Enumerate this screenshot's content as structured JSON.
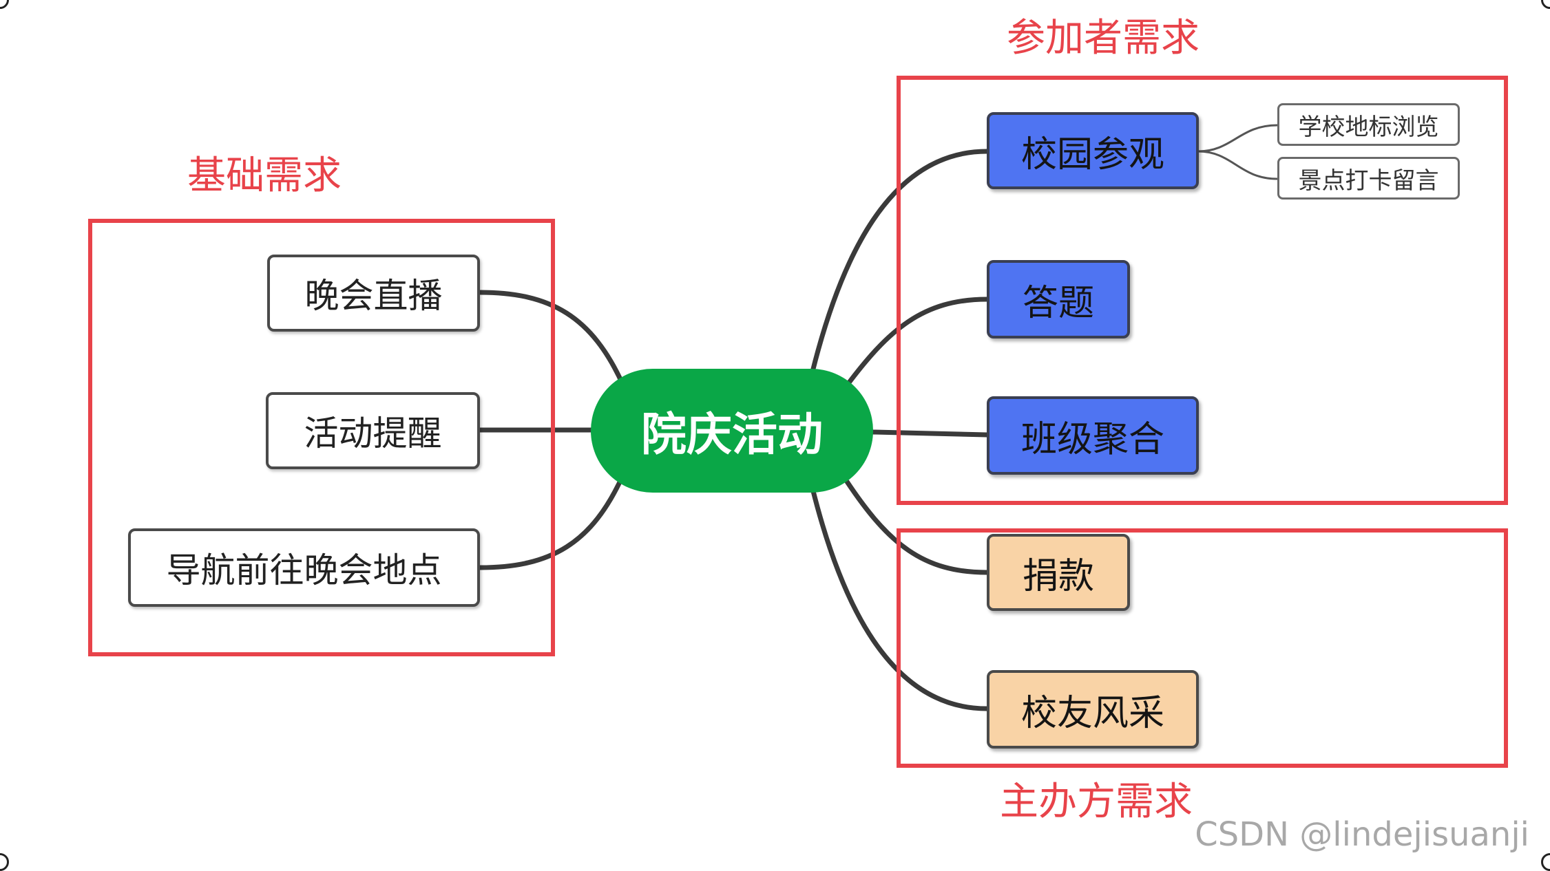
{
  "root": {
    "label": "院庆活动",
    "color": "#0aa747"
  },
  "groups": {
    "basic": {
      "title": "基础需求"
    },
    "participant": {
      "title": "参加者需求"
    },
    "organizer": {
      "title": "主办方需求"
    }
  },
  "basic_nodes": [
    {
      "label": "晚会直播"
    },
    {
      "label": "活动提醒"
    },
    {
      "label": "导航前往晚会地点"
    }
  ],
  "participant_nodes": [
    {
      "label": "校园参观",
      "children": [
        {
          "label": "学校地标浏览"
        },
        {
          "label": "景点打卡留言"
        }
      ]
    },
    {
      "label": "答题"
    },
    {
      "label": "班级聚合"
    }
  ],
  "organizer_nodes": [
    {
      "label": "捐款"
    },
    {
      "label": "校友风采"
    }
  ],
  "colors": {
    "group_border": "#e8434a",
    "participant_fill": "#4f74f2",
    "organizer_fill": "#f9d3a6",
    "connector": "#3a3a3a"
  },
  "watermark": "CSDN @lindejisuanji"
}
